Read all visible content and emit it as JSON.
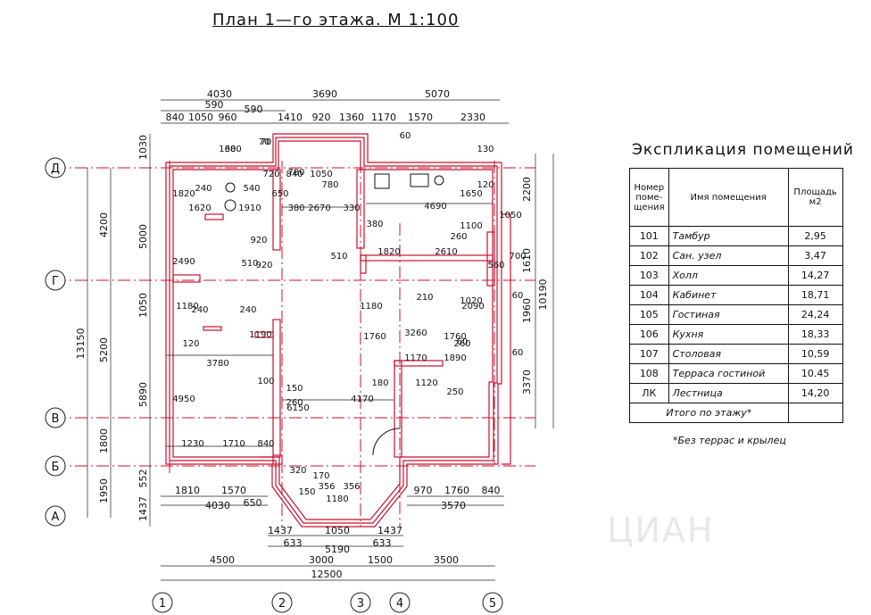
{
  "title": "План 1—го этажа. М 1:100",
  "explication": {
    "title": "Экспликация помещений",
    "headers": [
      "Номер поме- щения",
      "Имя помещения",
      "Площадь м2"
    ],
    "rows": [
      {
        "num": "101",
        "name": "Тамбур",
        "area": "2,95"
      },
      {
        "num": "102",
        "name": "Сан. узел",
        "area": "3,47"
      },
      {
        "num": "103",
        "name": "Холл",
        "area": "14,27"
      },
      {
        "num": "104",
        "name": "Кабинет",
        "area": "18,71"
      },
      {
        "num": "105",
        "name": "Гостиная",
        "area": "24,24"
      },
      {
        "num": "106",
        "name": "Кухня",
        "area": "18,33"
      },
      {
        "num": "107",
        "name": "Столовая",
        "area": "10,59"
      },
      {
        "num": "108",
        "name": "Терраса гостиной",
        "area": "10.45"
      },
      {
        "num": "ЛК",
        "name": "Лестница",
        "area": "14,20"
      }
    ],
    "total": "Итого по этажу*",
    "note": "*Без террас и крылец"
  },
  "axes": {
    "rows": [
      "Д",
      "Г",
      "В",
      "Б",
      "А"
    ],
    "cols": [
      "1",
      "2",
      "3",
      "4",
      "5"
    ]
  },
  "dims": {
    "top1": [
      "4030",
      "3690",
      "5070"
    ],
    "top2": [
      "590",
      "590"
    ],
    "top3": [
      "840",
      "1050",
      "960",
      "1410",
      "920",
      "1360",
      "1170",
      "1570",
      "2330"
    ],
    "bottom_axes": [
      "4500",
      "3000",
      "1500",
      "3500"
    ],
    "bottom_total": "12500",
    "bottom_row1": [
      "1810",
      "1570",
      "970",
      "1760",
      "840"
    ],
    "bottom_row2": [
      "4030",
      "650",
      "3570"
    ],
    "bottom_row3": [
      "1437",
      "1050",
      "1437"
    ],
    "bottom_row4": [
      "633",
      "5190",
      "633"
    ],
    "left_outer": [
      "4200",
      "5200",
      "1800",
      "1950"
    ],
    "left_total": "13150",
    "left_inner": [
      "1030",
      "5000",
      "1050",
      "5890",
      "552",
      "1437"
    ],
    "right": [
      "2200",
      "10190",
      "1610",
      "1960",
      "3370"
    ],
    "interior": [
      "60",
      "70",
      "720",
      "780",
      "1050",
      "840",
      "780",
      "240",
      "540",
      "650",
      "1820",
      "1620",
      "1910",
      "380",
      "2670",
      "4690",
      "380",
      "70",
      "60",
      "260",
      "1820",
      "2610",
      "2490",
      "920",
      "510",
      "920",
      "510",
      "210",
      "1180",
      "2090",
      "1180",
      "1760",
      "3260",
      "240",
      "240",
      "1190",
      "120",
      "3780",
      "260",
      "1890",
      "1170",
      "100",
      "150",
      "4170",
      "180",
      "250",
      "4950",
      "1230",
      "1710",
      "840",
      "356",
      "1180",
      "356",
      "150",
      "1120",
      "1650",
      "120",
      "130",
      "1100",
      "1760",
      "1020",
      "560",
      "1050",
      "700",
      "60",
      "60",
      "60",
      "260",
      "6150",
      "170",
      "320",
      "330",
      "1380"
    ]
  },
  "watermark": "ЦИАН"
}
